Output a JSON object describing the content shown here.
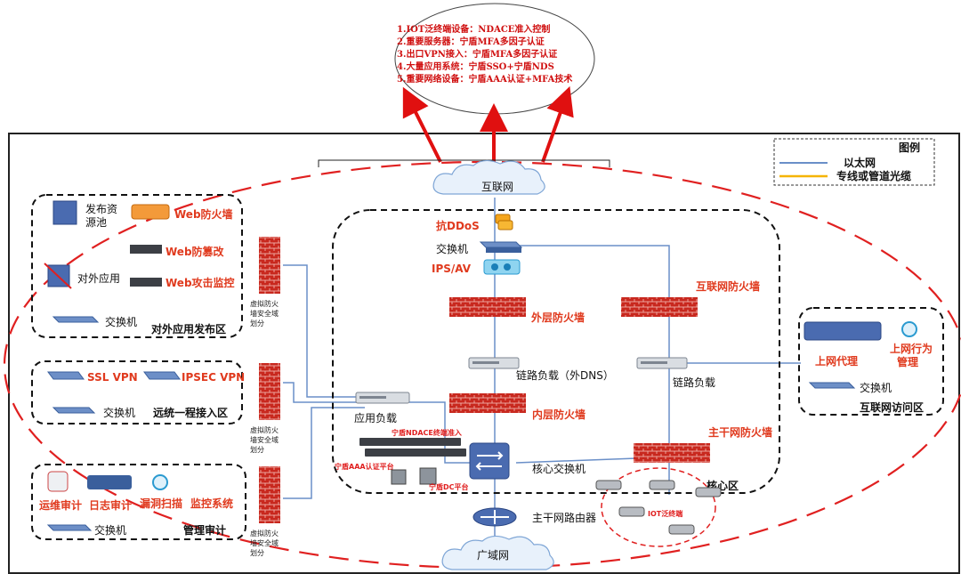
{
  "note_items": [
    "1.IOT泛终端设备：NDACE准入控制",
    "2.重要服务器：宁盾MFA多因子认证",
    "3.出口VPN接入：宁盾MFA多因子认证",
    "4.大量应用系统：宁盾SSO+宁盾NDS",
    "5.重要网络设备：宁盾AAA认证+MFA技术"
  ],
  "legend": {
    "title": "图例",
    "ethernet": "以太网",
    "fiber": "专线或管道光缆",
    "ethernet_color": "#6a8fc8",
    "fiber_color": "#f5b400"
  },
  "colors": {
    "accent_red": "#e03a1e",
    "note_red": "#d01010",
    "line_blue": "#6a8fc8"
  },
  "clouds": {
    "internet": "互联网",
    "wan": "广域网"
  },
  "core": {
    "anti_ddos": "抗DDoS",
    "switch": "交换机",
    "ips": "IPS/AV",
    "outer_fw": "外层防火墙",
    "internet_fw": "互联网防火墙",
    "link_lb_left": "链路负载（外DNS）",
    "link_lb_right": "链路负载",
    "app_lb": "应用负载",
    "inner_fw": "内层防火墙",
    "trunk_fw": "主干网防火墙",
    "core_switch": "核心交换机",
    "core_zone": "核心区",
    "trunk_router": "主干网路由器",
    "ndace": "宁盾NDACE终端准入",
    "aaa": "宁盾AAA认证平台",
    "dc": "宁盾DC平台",
    "iot": "IOT泛终端"
  },
  "zones": {
    "publish": {
      "pool_line1": "发布资",
      "pool_line2": "源池",
      "web_fw": "Web防火墙",
      "web_tamper": "Web防篡改",
      "external_app": "对外应用",
      "web_attack": "Web攻击监控",
      "switch": "交换机",
      "title": "对外应用发布区"
    },
    "remote": {
      "ssl_vpn": "SSL VPN",
      "ipsec_vpn": "IPSEC VPN",
      "switch": "交换机",
      "title": "远统一程接入区"
    },
    "mgmt": {
      "ops_audit": "运维审计",
      "log_audit": "日志审计",
      "vuln_scan": "漏洞扫描",
      "monitor": "监控系统",
      "switch": "交换机",
      "title": "管理审计"
    },
    "access": {
      "proxy": "上网代理",
      "behavior_line1": "上网行为",
      "behavior_line2": "管理",
      "switch": "交换机",
      "title": "互联网访问区"
    }
  },
  "vfw_label": [
    "虚拟防火",
    "墙安全域",
    "划分"
  ]
}
